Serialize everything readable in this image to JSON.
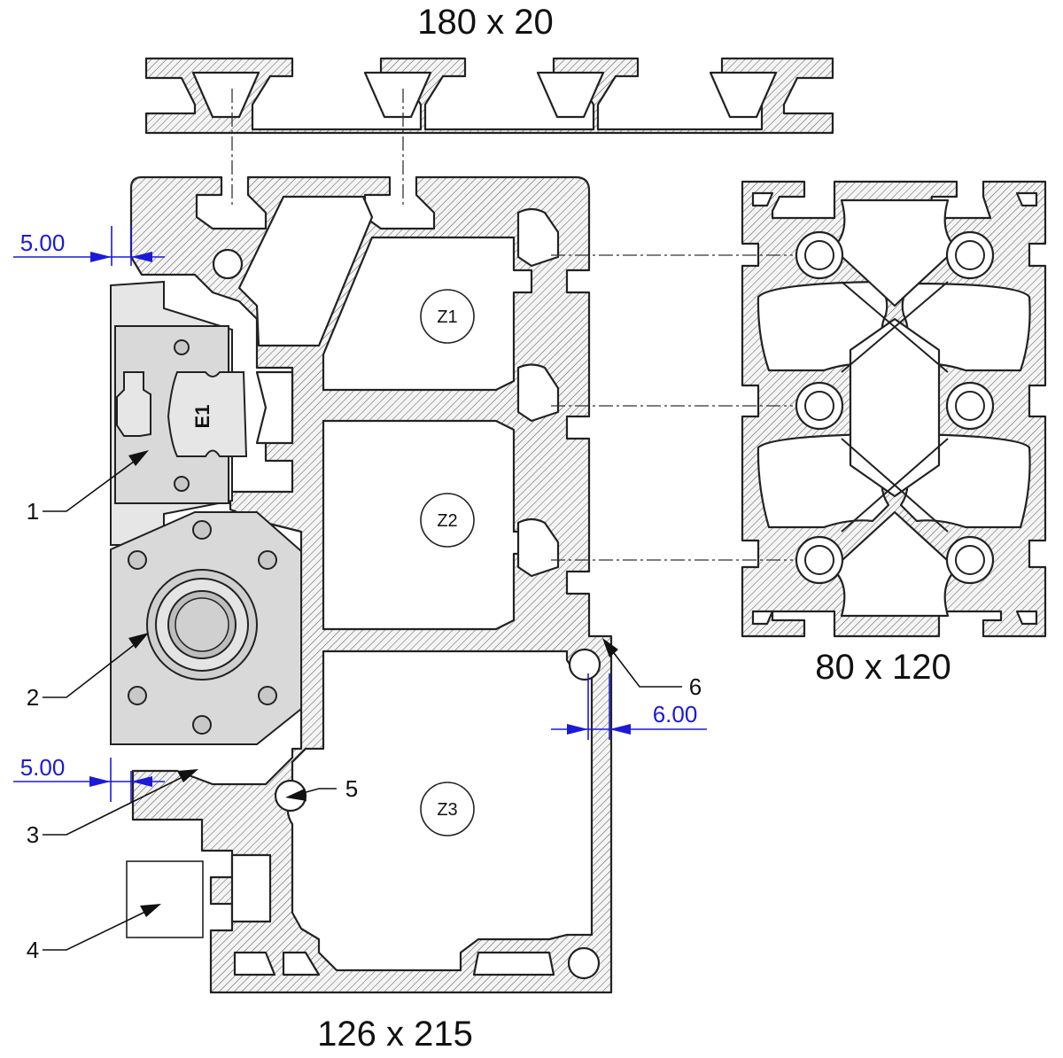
{
  "profiles": {
    "top_label": "180 x 20",
    "right_label": "80 x 120",
    "bottom_label": "126 x 215"
  },
  "zones": [
    "Z1",
    "Z2",
    "Z3"
  ],
  "component_label": "E1",
  "callouts": [
    "1",
    "2",
    "3",
    "4",
    "5",
    "6"
  ],
  "dimensions": {
    "upper_left": "5.00",
    "lower_left": "5.00",
    "right_gap": "6.00"
  },
  "colors": {
    "outline": "#222222",
    "dimension": "#1a1ad8",
    "part_fill": "#d9d9d9"
  }
}
